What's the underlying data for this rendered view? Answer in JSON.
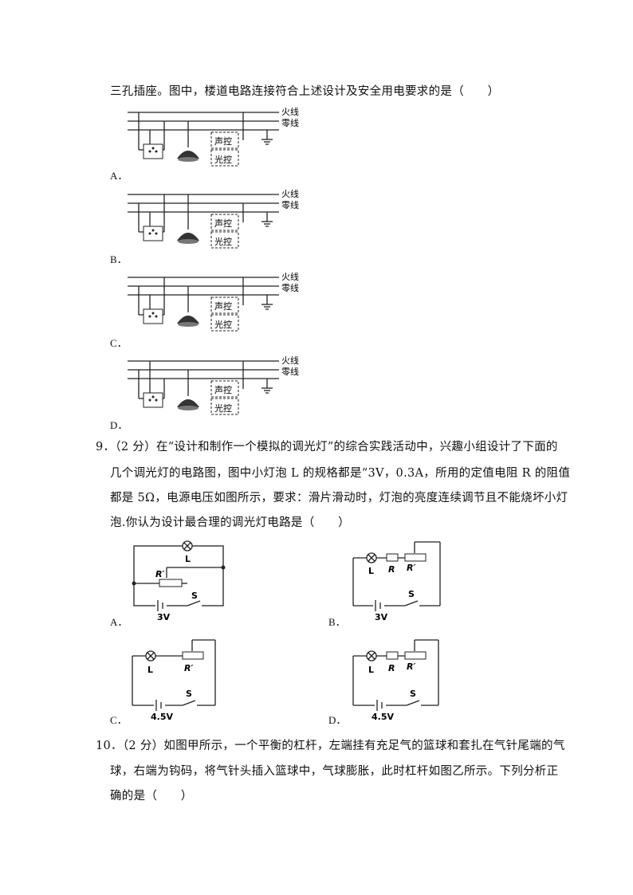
{
  "q8": {
    "stem_tail": "三孔插座。图中，楼道电路连接符合上述设计及安全用电要求的是（　　）",
    "options": [
      "A．",
      "B．",
      "C．",
      "D．"
    ],
    "labels": {
      "live": "火线",
      "neutral": "零线",
      "sound": "声控",
      "light": "光控"
    }
  },
  "q9": {
    "lines": [
      "9．（2 分）在“设计和制作一个模拟的调光灯”的综合实践活动中，兴趣小组设计了下面的",
      "几个调光灯的电路图，图中小灯泡 L 的规格都是“3V，0.3A，所用的定值电阻 R 的阻值",
      "都是 5Ω，电源电压如图所示，要求：滑片滑动时，灯泡的亮度连续调节且不能烧坏小灯",
      "泡.你认为设计最合理的调光灯电路是（　　）"
    ],
    "options": [
      "A．",
      "B．",
      "C．",
      "D．"
    ],
    "labels": {
      "lamp": "L",
      "res": "R",
      "rheo": "R′",
      "switch": "S",
      "v3": "3V",
      "v45": "4.5V"
    }
  },
  "q10": {
    "lines": [
      "10．（2 分）如图甲所示，一个平衡的杠杆，左端挂有充足气的篮球和套扎在气针尾端的气",
      "球，右端为钩码，将气针头插入篮球中，气球膨胀，此时杠杆如图乙所示。下列分析正",
      "确的是（　　）"
    ]
  }
}
